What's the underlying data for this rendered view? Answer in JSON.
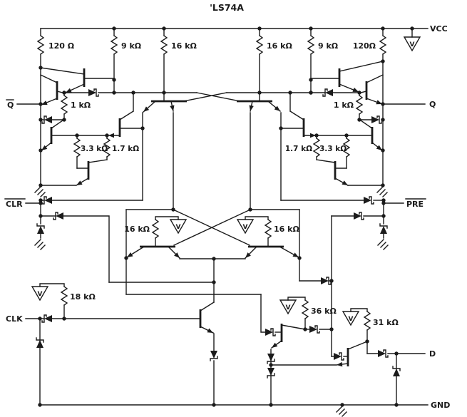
{
  "title": "'LS74A",
  "pins": {
    "vcc": "VCC",
    "gnd": "GND",
    "q": "Q",
    "qbar": "Q",
    "clr": "CLR",
    "pre": "PRE",
    "clk": "CLK",
    "d": "D"
  },
  "symbols": {
    "v_clamp": "V"
  },
  "resistors": {
    "r120_left": "120 Ω",
    "r9k_left": "9 kΩ",
    "r16k_left": "16 kΩ",
    "r16k_right": "16 kΩ",
    "r9k_right": "9 kΩ",
    "r120_right": "120Ω",
    "r1k_left": "1 kΩ",
    "r1k_right": "1 kΩ",
    "r3k3_left": "3.3 kΩ",
    "r1k7_left": "1.7 kΩ",
    "r1k7_right": "1.7 kΩ",
    "r3k3_right": "3.3 kΩ",
    "r16k_latch_left": "16 kΩ",
    "r16k_latch_right": "16 kΩ",
    "r18k": "18 kΩ",
    "r36k": "36 kΩ",
    "r31k": "31 kΩ"
  },
  "colors": {
    "ink": "#1b1b1b",
    "paper": "#ffffff"
  }
}
